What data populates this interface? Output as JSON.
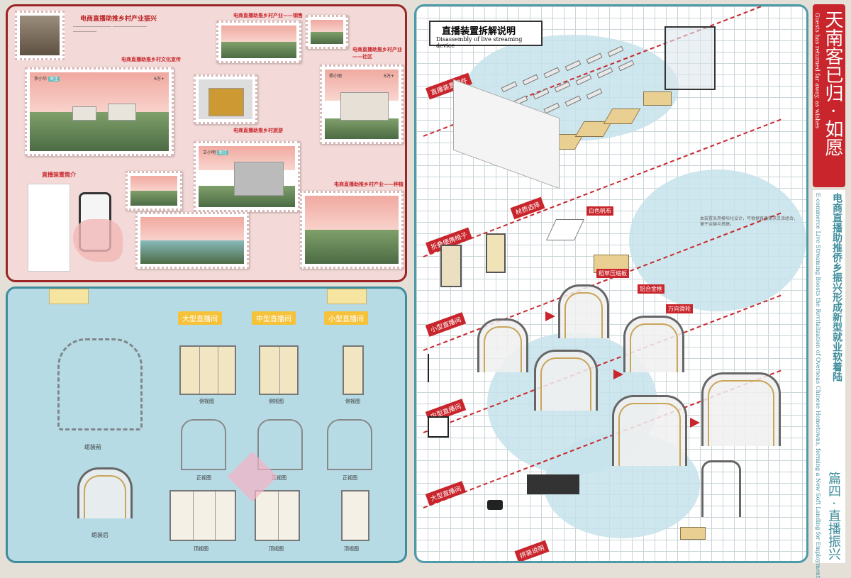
{
  "title": {
    "main": "天南客已归 · 如愿",
    "en": "Guests has returned far away, as wishes"
  },
  "subtitle": {
    "cn": "电商直播助推侨乡振兴形成新型就业软着陆",
    "en": "E-commerce Live Streaming Boosts the Revitalization of Overseas Chinese Hometowns, forming a New Soft Landing for Employment",
    "chapter": "篇四 · 直播振兴"
  },
  "top_left": {
    "heading": "电商直播助推乡村产业振兴",
    "caption_a": "电商直播助推乡村产业——销售",
    "caption_b": "电商直播助推乡村产业——社区",
    "caption_c": "电商直播助推乡村文化宣传",
    "caption_d": "电商直播助推乡村旅游",
    "caption_e": "电商直播助推乡村产业——种植",
    "device_title": "直播装置简介",
    "stream_names": [
      "李小华",
      "王小明",
      "杨小丽"
    ],
    "follow": "关注",
    "viewers": "6万+"
  },
  "bottom_left": {
    "labels": [
      "大型直播间",
      "中型直播间",
      "小型直播间"
    ],
    "views": {
      "side": "侧视图",
      "front": "正视图",
      "top": "顶视图"
    },
    "before": "组装前",
    "after": "组装后"
  },
  "right": {
    "title": "直播装置拆解说明",
    "title_en": "Disassembly of live streaming device",
    "steps": [
      "直播装置零件",
      "材质选择",
      "折叠便携椅子",
      "小型直播间",
      "中型直播间",
      "大型直播间",
      "拼装说明"
    ],
    "materials": [
      "白色帆布",
      "稻草压缩板",
      "铝合金框",
      "万向滑轮"
    ],
    "note": "本装置采用模块化设计，可根据直播需求灵活组合，便于运输与搭建。"
  }
}
